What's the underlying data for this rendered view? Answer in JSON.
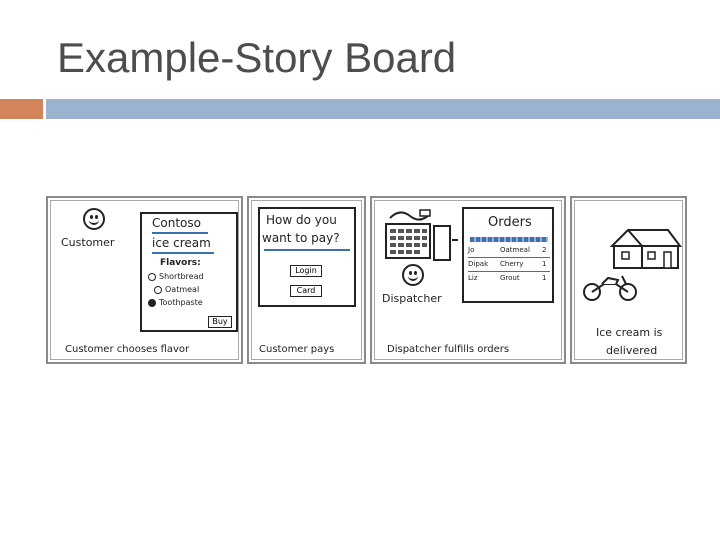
{
  "title": "Example-Story Board",
  "panels": [
    {
      "caption": "Customer chooses flavor",
      "actor": "Customer",
      "card_title_1": "Contoso",
      "card_title_2": "ice cream",
      "flavors_heading": "Flavors:",
      "flavors": [
        "Shortbread",
        "Oatmeal",
        "Toothpaste"
      ],
      "button": "Buy"
    },
    {
      "caption": "Customer pays",
      "card_title_1": "How do you",
      "card_title_2": "want to pay?",
      "buttons": [
        "Login",
        "Card"
      ]
    },
    {
      "caption": "Dispatcher fulfills orders",
      "actor": "Dispatcher",
      "card_title": "Orders",
      "orders": [
        {
          "name": "Jo",
          "flavor": "Oatmeal",
          "qty": "2"
        },
        {
          "name": "Dipak",
          "flavor": "Cherry",
          "qty": "1"
        },
        {
          "name": "Liz",
          "flavor": "Grout",
          "qty": "1"
        }
      ]
    },
    {
      "caption_1": "Ice cream is",
      "caption_2": "delivered"
    }
  ],
  "colors": {
    "accent": "#d4845a",
    "bar": "#9bb3cf",
    "underline": "#3a6fb0"
  }
}
